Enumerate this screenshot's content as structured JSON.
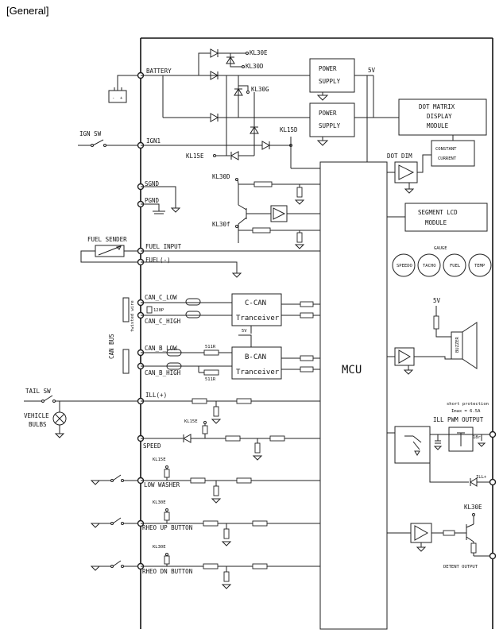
{
  "header": {
    "title": "[General]"
  },
  "power": {
    "battery": "BATTERY",
    "kl30e": "KL30E",
    "kl30d": "KL30D",
    "kl30g": "KL30G",
    "kl15d": "KL15D",
    "kl15e": "KL15E",
    "v5": "5V",
    "ps1_line1": "POWER",
    "ps1_line2": "SUPPLY",
    "ps2_line1": "POWER",
    "ps2_line2": "SUPPLY",
    "ign_sw": "IGN SW",
    "ign1": "IGN1"
  },
  "display": {
    "dot_matrix_1": "DOT MATRIX",
    "dot_matrix_2": "DISPLAY",
    "dot_matrix_3": "MODULE",
    "dot_dim": "DOT DIM",
    "constant_1": "CONSTANT",
    "constant_2": "CURRENT",
    "segment_1": "SEGMENT LCD",
    "segment_2": "MODULE"
  },
  "gauge": {
    "title": "GAUGE",
    "items": [
      "SPEEDO",
      "TACHO",
      "FUEL",
      "TEMP"
    ]
  },
  "inputs": {
    "sgnd": "SGND",
    "pgnd": "PGND",
    "kl30d": "KL30D",
    "kl30f": "KL30f",
    "fuel_sender": "FUEL SENDER",
    "fuel_input": "FUEL INPUT",
    "fuel_minus": "FUEL(-)"
  },
  "can": {
    "bus": "CAN BUS",
    "twisted": "twisted wire",
    "c_low": "CAN_C_LOW",
    "c_high": "CAN_C_HIGH",
    "r120": "120P",
    "c_can_1": "C-CAN",
    "c_can_2": "Tranceiver",
    "b_low": "CAN_B_LOW",
    "b_high": "CAN_B_HIGH",
    "r511a": "511R",
    "r511b": "511R",
    "b_can_1": "B-CAN",
    "b_can_2": "Tranceiver",
    "v5b": "5V"
  },
  "mcu": {
    "label": "MCU"
  },
  "right": {
    "v5": "5V",
    "buzzer": "BUZZER",
    "short_1": "short protection",
    "short_2": "Imax = 6.5A",
    "ill_pwm": "ILL PWM OUTPUT",
    "r18": "18r",
    "ill_plus": "ILL+",
    "kl30e": "KL30E",
    "detent": "DETENT OUTPUT"
  },
  "lower": {
    "tail_sw": "TAIL SW",
    "vehicle_1": "VEHICLE",
    "vehicle_2": "BULBS",
    "ill": "ILL(+)",
    "kl15e_a": "KL15E",
    "speed": "SPEED",
    "kl15e_b": "KL15E",
    "low_washer": "LOW WASHER",
    "kl30e_a": "KL30E",
    "rheo_up": "RHEO UP BUTTON",
    "kl30e_b": "KL30E",
    "rheo_dn": "RHEO DN BUTTON"
  }
}
